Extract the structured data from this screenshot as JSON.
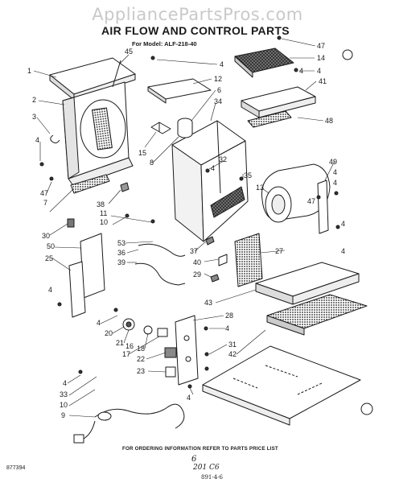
{
  "watermark": "AppliancePartsPros.com",
  "title": "AIR FLOW AND CONTROL PARTS",
  "model": "For Model: ALF-218-40",
  "footer": "FOR ORDERING INFORMATION REFER TO PARTS PRICE LIST",
  "part_number": "877394",
  "handwritten": [
    "6",
    "201 C6",
    "891-4-6"
  ],
  "callouts": [
    {
      "id": "c1",
      "text": "1"
    },
    {
      "id": "c45",
      "text": "45"
    },
    {
      "id": "c4a",
      "text": "4"
    },
    {
      "id": "c47a",
      "text": "47"
    },
    {
      "id": "c14",
      "text": "14"
    },
    {
      "id": "c4b",
      "text": "4"
    },
    {
      "id": "c4c",
      "text": "4"
    },
    {
      "id": "c41",
      "text": "41"
    },
    {
      "id": "c12",
      "text": "12"
    },
    {
      "id": "c6",
      "text": "6"
    },
    {
      "id": "c34",
      "text": "34"
    },
    {
      "id": "c2",
      "text": "2"
    },
    {
      "id": "c3",
      "text": "3"
    },
    {
      "id": "c48",
      "text": "48"
    },
    {
      "id": "c4d",
      "text": "4"
    },
    {
      "id": "c15",
      "text": "15"
    },
    {
      "id": "c8",
      "text": "8"
    },
    {
      "id": "c32",
      "text": "32"
    },
    {
      "id": "c4e",
      "text": "4"
    },
    {
      "id": "c35",
      "text": "35"
    },
    {
      "id": "c49",
      "text": "49"
    },
    {
      "id": "c4f",
      "text": "4"
    },
    {
      "id": "c4g",
      "text": "4"
    },
    {
      "id": "c13",
      "text": "13"
    },
    {
      "id": "c47b",
      "text": "47"
    },
    {
      "id": "c7",
      "text": "7"
    },
    {
      "id": "c47c",
      "text": "47"
    },
    {
      "id": "c38",
      "text": "38"
    },
    {
      "id": "c11",
      "text": "11"
    },
    {
      "id": "c10a",
      "text": "10"
    },
    {
      "id": "c4h",
      "text": "4"
    },
    {
      "id": "c30",
      "text": "30"
    },
    {
      "id": "c50",
      "text": "50"
    },
    {
      "id": "c53",
      "text": "53"
    },
    {
      "id": "c36",
      "text": "36"
    },
    {
      "id": "c37",
      "text": "37"
    },
    {
      "id": "c27",
      "text": "27"
    },
    {
      "id": "c25",
      "text": "25"
    },
    {
      "id": "c39",
      "text": "39"
    },
    {
      "id": "c40",
      "text": "40"
    },
    {
      "id": "c29",
      "text": "29"
    },
    {
      "id": "c4i",
      "text": "4"
    },
    {
      "id": "c43",
      "text": "43"
    },
    {
      "id": "c4j",
      "text": "4"
    },
    {
      "id": "c28",
      "text": "28"
    },
    {
      "id": "c4k",
      "text": "4"
    },
    {
      "id": "c20",
      "text": "20"
    },
    {
      "id": "c21",
      "text": "21"
    },
    {
      "id": "c16",
      "text": "16"
    },
    {
      "id": "c18",
      "text": "18"
    },
    {
      "id": "c17",
      "text": "17"
    },
    {
      "id": "c4l",
      "text": "4"
    },
    {
      "id": "c31",
      "text": "31"
    },
    {
      "id": "c22",
      "text": "22"
    },
    {
      "id": "c42",
      "text": "42"
    },
    {
      "id": "c23",
      "text": "23"
    },
    {
      "id": "c4m",
      "text": "4"
    },
    {
      "id": "c33",
      "text": "33"
    },
    {
      "id": "c10b",
      "text": "10"
    },
    {
      "id": "c9",
      "text": "9"
    },
    {
      "id": "c4n",
      "text": "4"
    }
  ]
}
